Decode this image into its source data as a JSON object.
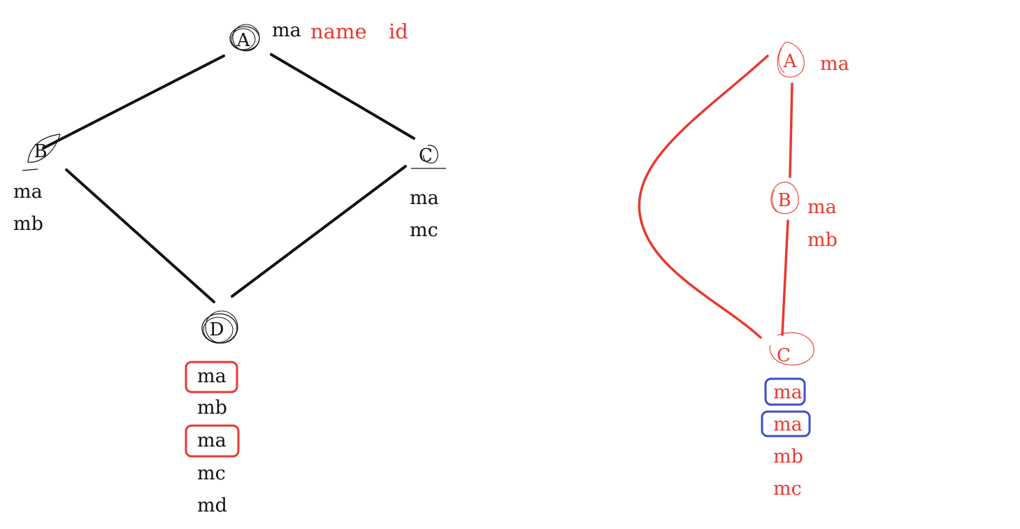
{
  "colors": {
    "left_ink": "#111111",
    "right_ink": "#e8392f",
    "dup_box_left": "#e8392f",
    "dup_box_right": "#3d4fc4"
  },
  "left": {
    "annotation": {
      "name": "name",
      "id": "id"
    },
    "nodes": {
      "a": {
        "letter": "A",
        "members": [
          "ma"
        ]
      },
      "b": {
        "letter": "B",
        "members": [
          "ma",
          "mb"
        ]
      },
      "c": {
        "letter": "C",
        "members": [
          "ma",
          "mc"
        ]
      },
      "d": {
        "letter": "D",
        "members": [
          "ma",
          "mb",
          "ma",
          "mc",
          "md"
        ]
      }
    }
  },
  "right": {
    "nodes": {
      "a": {
        "letter": "A",
        "members": [
          "ma"
        ]
      },
      "b": {
        "letter": "B",
        "members": [
          "ma",
          "mb"
        ]
      },
      "c": {
        "letter": "C",
        "members": [
          "ma",
          "ma",
          "mb",
          "mc"
        ]
      }
    }
  }
}
